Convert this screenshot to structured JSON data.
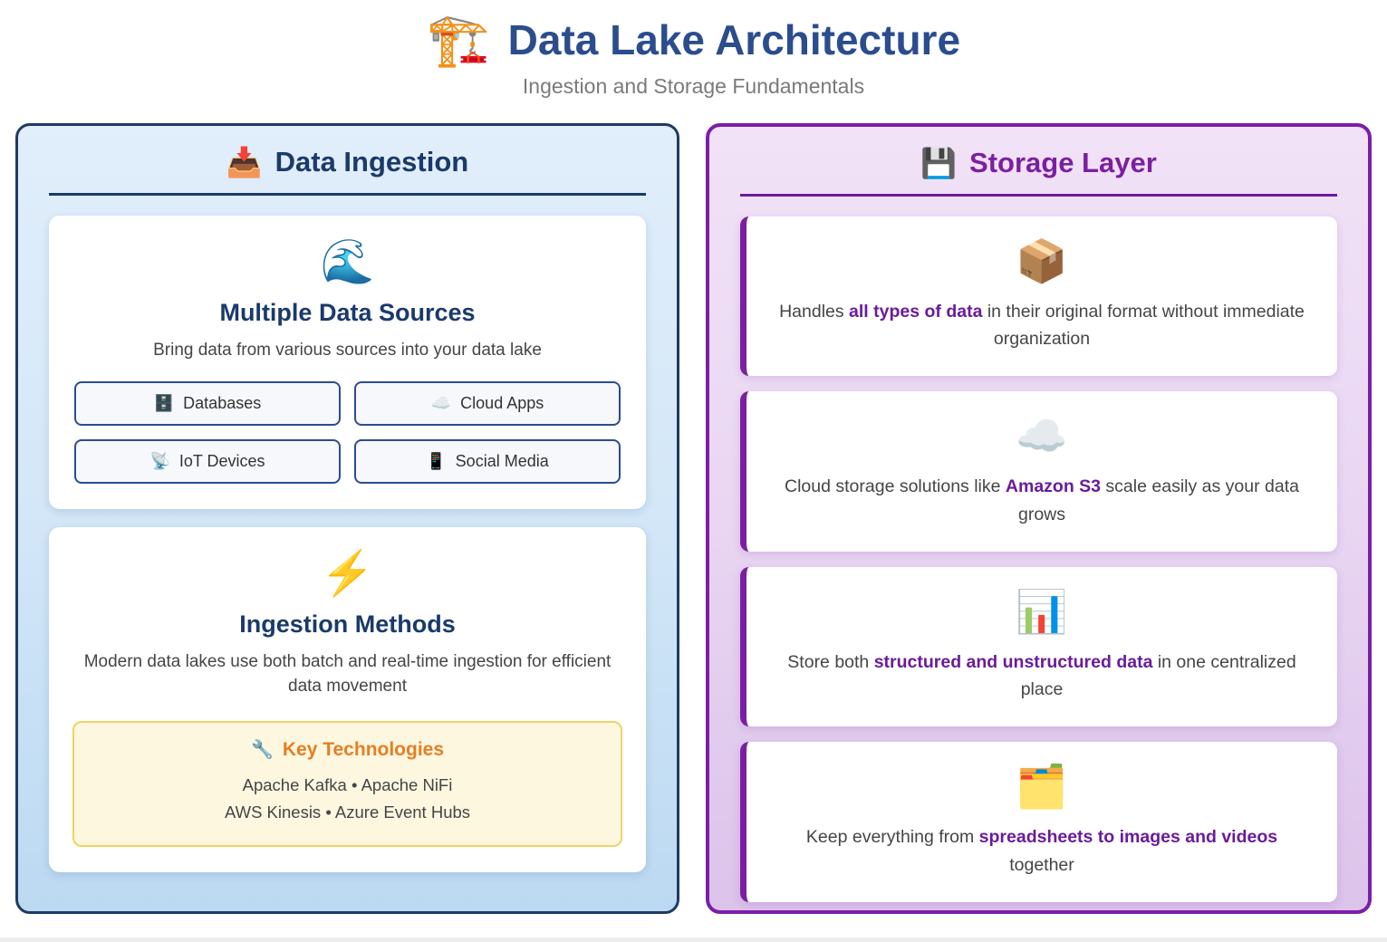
{
  "page": {
    "title_icon": "🏗️",
    "title": "Data Lake Architecture",
    "subtitle": "Ingestion and Storage Fundamentals"
  },
  "colors": {
    "title_blue": "#2b4d8e",
    "heading_navy": "#1a3a6b",
    "panel_blue_border": "#1f3a63",
    "purple": "#7b1fa2",
    "highlight_purple": "#6a1b9a",
    "orange": "#e67e22",
    "gold_border": "#f0d264"
  },
  "ingestion_panel": {
    "header": {
      "icon": "📥",
      "label": "Data Ingestion"
    },
    "sources_card": {
      "icon": "🌊",
      "title": "Multiple Data Sources",
      "description": "Bring data from various sources into your data lake",
      "sources": [
        {
          "icon": "🗄️",
          "label": "Databases"
        },
        {
          "icon": "☁️",
          "label": "Cloud Apps"
        },
        {
          "icon": "📡",
          "label": "IoT Devices"
        },
        {
          "icon": "📱",
          "label": "Social Media"
        }
      ]
    },
    "methods_card": {
      "icon": "⚡",
      "title": "Ingestion Methods",
      "description": "Modern data lakes use both batch and real-time ingestion for efficient data movement",
      "key_tech": {
        "icon": "🔧",
        "title": "Key Technologies",
        "line1": "Apache Kafka • Apache NiFi",
        "line2": "AWS Kinesis • Azure Event Hubs"
      }
    }
  },
  "storage_panel": {
    "header": {
      "icon": "💾",
      "label": "Storage Layer"
    },
    "cards": [
      {
        "icon": "📦",
        "before": "Handles ",
        "highlight": "all types of data",
        "after": " in their original format without immediate organization"
      },
      {
        "icon": "☁️",
        "before": "Cloud storage solutions like ",
        "highlight": "Amazon S3",
        "after": " scale easily as your data grows"
      },
      {
        "icon": "📊",
        "before": "Store both ",
        "highlight": "structured and unstructured data",
        "after": " in one centralized place"
      },
      {
        "icon": "🗂️",
        "before": "Keep everything from ",
        "highlight": "spreadsheets to images and videos",
        "after": " together"
      }
    ]
  }
}
